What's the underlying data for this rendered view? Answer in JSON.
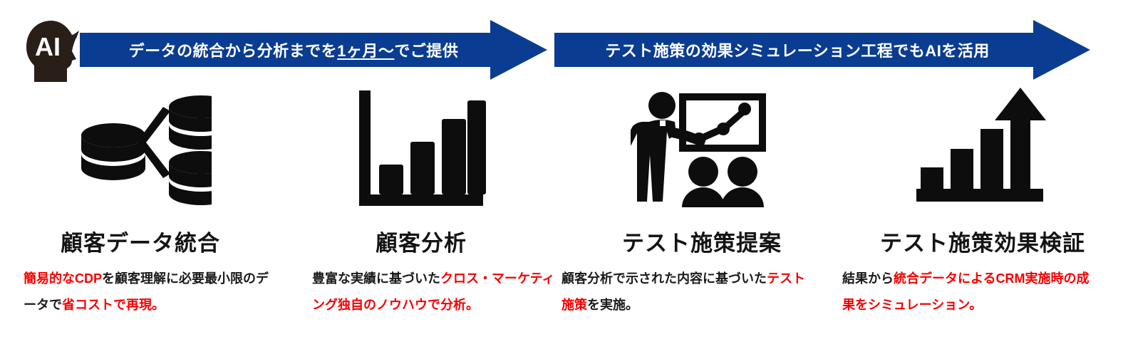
{
  "badge": {
    "name": "ai-head-icon",
    "label": "AI",
    "color": "#2a1f18"
  },
  "colors": {
    "banner_blue": "#0a3d91",
    "highlight_red": "#f50000",
    "text_black": "#141414",
    "icon_black": "#0d0d0d"
  },
  "banners": [
    {
      "id": "banner-1",
      "text_before": "データの統合から分析までを",
      "text_underline": "1ヶ月〜",
      "text_after": "でご提供",
      "full_text": "データの統合から分析までを1ヶ月〜でご提供"
    },
    {
      "id": "banner-2",
      "text_before": "テスト施策の効果シミュレーション工程でもAIを活用",
      "text_underline": "",
      "text_after": "",
      "full_text": "テスト施策の効果シミュレーション工程でもAIを活用"
    }
  ],
  "columns": [
    {
      "icon": "database-merge-icon",
      "title": "顧客データ統合",
      "body_parts": [
        {
          "text": "簡易的なCDP",
          "highlight": true
        },
        {
          "text": "を顧客理解に必要最小限のデータで",
          "highlight": false
        },
        {
          "text": "省コストで再現。",
          "highlight": true
        }
      ],
      "body_plain": "簡易的なCDPを顧客理解に必要最小限のデータで省コストで再現。"
    },
    {
      "icon": "bar-chart-icon",
      "title": "顧客分析",
      "body_parts": [
        {
          "text": "豊富な実績に基づいた",
          "highlight": false
        },
        {
          "text": "クロス・マーケティング独自のノウハウで分析。",
          "highlight": true
        }
      ],
      "body_plain": "豊富な実績に基づいたクロス・マーケティング独自のノウハウで分析。"
    },
    {
      "icon": "presentation-icon",
      "title": "テスト施策提案",
      "body_parts": [
        {
          "text": "顧客分析で示された内容に基づいた",
          "highlight": false
        },
        {
          "text": "テスト施策",
          "highlight": true
        },
        {
          "text": "を実施。",
          "highlight": false
        }
      ],
      "body_plain": "顧客分析で示された内容に基づいたテスト施策を実施。"
    },
    {
      "icon": "growth-arrow-chart-icon",
      "title": "テスト施策効果検証",
      "body_parts": [
        {
          "text": "結果から",
          "highlight": false
        },
        {
          "text": "統合データによるCRM実施時の成果をシミュレーション。",
          "highlight": true
        }
      ],
      "body_plain": "結果から統合データによるCRM実施時の成果をシミュレーション。"
    }
  ]
}
